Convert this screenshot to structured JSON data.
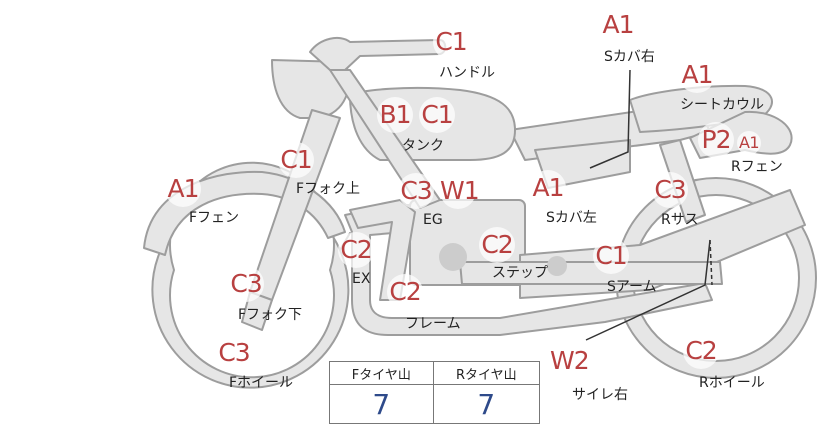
{
  "colors": {
    "body": "#e6e6e6",
    "outline": "#9d9d9d",
    "grade": "#b84040",
    "tread_value": "#2e4a8a",
    "leader": "#333333"
  },
  "grades": {
    "handle": "C1",
    "side_cover_right": "A1",
    "seat_cowl": "A1",
    "tank_b": "B1",
    "tank_c": "C1",
    "plate": "P2",
    "plate_small": "A1",
    "front_fork_upper": "C1",
    "front_fender": "A1",
    "engine_c": "C3",
    "engine_w": "W1",
    "side_cover_left": "A1",
    "rear_suspension": "C3",
    "exhaust": "C2",
    "step": "C2",
    "swing_arm": "C1",
    "front_fork_lower": "C3",
    "frame": "C2",
    "front_wheel": "C3",
    "muffler": "W2",
    "rear_wheel": "C2"
  },
  "parts": {
    "handle": "ハンドル",
    "side_cover_right": "Sカバ右",
    "seat_cowl": "シートカウル",
    "tank": "タンク",
    "rear_fender": "Rフェン",
    "front_fork_upper": "Fフォク上",
    "front_fender": "Fフェン",
    "engine": "EG",
    "side_cover_left": "Sカバ左",
    "rear_suspension": "Rサス",
    "exhaust": "EX",
    "step": "ステップ",
    "swing_arm": "Sアーム",
    "front_fork_lower": "Fフォク下",
    "frame": "フレーム",
    "front_wheel": "Fホイール",
    "muffler": "サイレ右",
    "rear_wheel": "Rホイール"
  },
  "tread": {
    "front_header": "Fタイヤ山",
    "rear_header": "Rタイヤ山",
    "front_value": "7",
    "rear_value": "7"
  }
}
